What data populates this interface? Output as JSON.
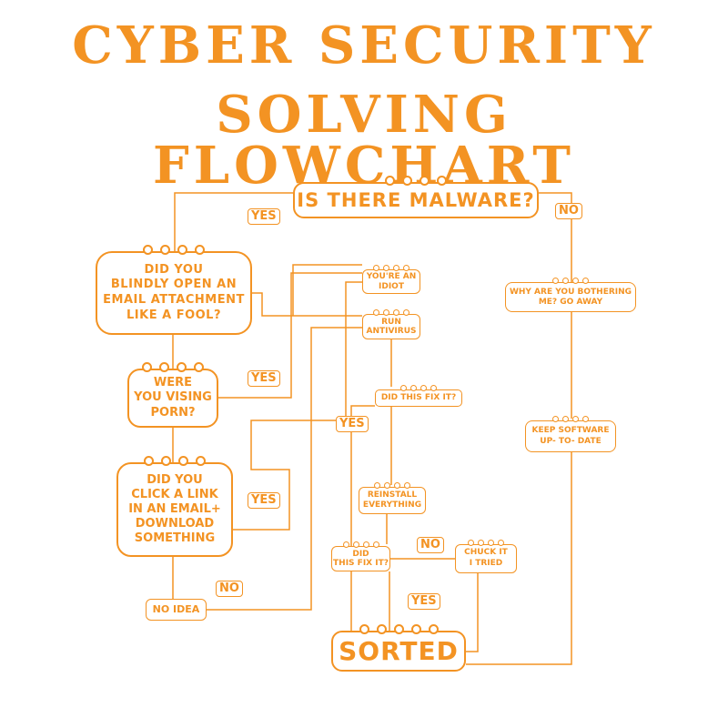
{
  "title": {
    "line1": "CYBER SECURITY",
    "line2": "SOLVING FLOWCHART"
  },
  "nodes": {
    "malware": "IS THERE MALWARE?",
    "email_attachment": "DID YOU\nBLINDLY OPEN AN\nEMAIL ATTACHMENT\nLIKE A FOOL?",
    "idiot": "YOU'RE AN\nIDIOT",
    "run_antivirus": "RUN\nANTIVIRUS",
    "go_away": "WHY ARE YOU BOTHERING\nME? GO AWAY",
    "porn": "WERE\nYOU VISING\nPORN?",
    "fix1": "DID THIS FIX IT?",
    "keep_software": "KEEP SOFTWARE\nUP- TO- DATE",
    "click_link": "DID YOU\nCLICK A LINK\nIN AN EMAIL+\nDOWNLOAD\nSOMETHING",
    "reinstall": "REINSTALL\nEVERYTHING",
    "fix2": "DID\nTHIS FIX IT?",
    "chuck": "CHUCK IT\nI TRIED",
    "no_idea": "NO IDEA",
    "sorted": "SORTED"
  },
  "tags": {
    "yes_malware": "YES",
    "no_malware": "NO",
    "yes_porn": "YES",
    "yes_fix1": "YES",
    "yes_click": "YES",
    "no_click": "NO",
    "no_fix2": "NO",
    "yes_fix2": "YES"
  },
  "colors": {
    "accent": "#f39323",
    "background": "#ffffff"
  }
}
